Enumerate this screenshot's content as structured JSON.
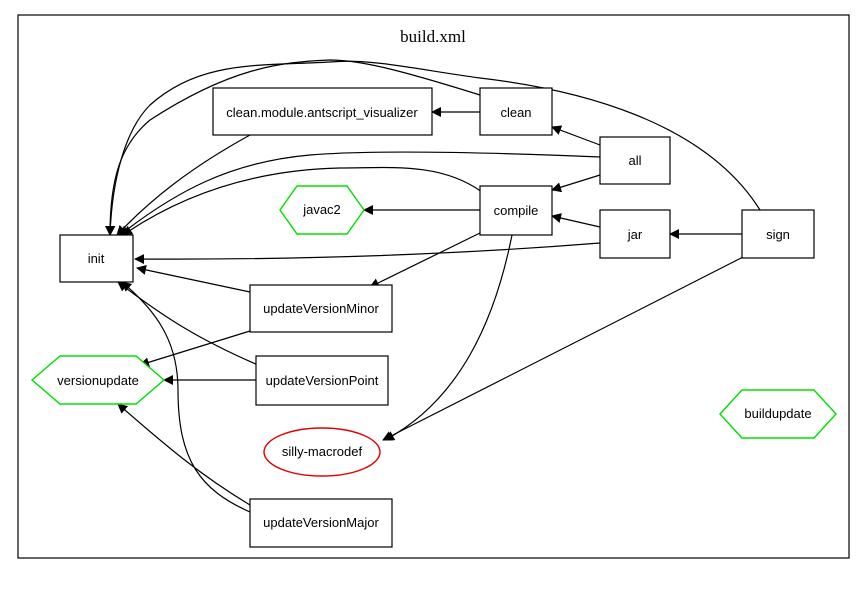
{
  "diagram": {
    "title": "build.xml",
    "colors": {
      "target": "#000000",
      "external": "#00e000",
      "macro": "#e00000"
    },
    "nodes": [
      {
        "id": "clean_module",
        "label": "clean.module.antscript_visualizer",
        "shape": "box"
      },
      {
        "id": "clean",
        "label": "clean",
        "shape": "box"
      },
      {
        "id": "all",
        "label": "all",
        "shape": "box"
      },
      {
        "id": "javac2",
        "label": "javac2",
        "shape": "hexagon",
        "color": "external"
      },
      {
        "id": "compile",
        "label": "compile",
        "shape": "box"
      },
      {
        "id": "init",
        "label": "init",
        "shape": "box"
      },
      {
        "id": "jar",
        "label": "jar",
        "shape": "box"
      },
      {
        "id": "sign",
        "label": "sign",
        "shape": "box"
      },
      {
        "id": "updateVersionMinor",
        "label": "updateVersionMinor",
        "shape": "box"
      },
      {
        "id": "versionupdate",
        "label": "versionupdate",
        "shape": "hexagon",
        "color": "external"
      },
      {
        "id": "updateVersionPoint",
        "label": "updateVersionPoint",
        "shape": "box"
      },
      {
        "id": "buildupdate",
        "label": "buildupdate",
        "shape": "hexagon",
        "color": "external"
      },
      {
        "id": "silly_macrodef",
        "label": "silly-macrodef",
        "shape": "ellipse",
        "color": "macro"
      },
      {
        "id": "updateVersionMajor",
        "label": "updateVersionMajor",
        "shape": "box"
      }
    ],
    "edges": [
      {
        "from": "clean",
        "to": "clean_module"
      },
      {
        "from": "clean",
        "to": "init"
      },
      {
        "from": "clean_module",
        "to": "init"
      },
      {
        "from": "all",
        "to": "clean"
      },
      {
        "from": "all",
        "to": "compile"
      },
      {
        "from": "all",
        "to": "init"
      },
      {
        "from": "compile",
        "to": "javac2"
      },
      {
        "from": "compile",
        "to": "init"
      },
      {
        "from": "compile",
        "to": "updateVersionMinor"
      },
      {
        "from": "compile",
        "to": "silly_macrodef"
      },
      {
        "from": "jar",
        "to": "compile"
      },
      {
        "from": "jar",
        "to": "init"
      },
      {
        "from": "sign",
        "to": "jar"
      },
      {
        "from": "sign",
        "to": "init"
      },
      {
        "from": "sign",
        "to": "silly_macrodef"
      },
      {
        "from": "updateVersionMinor",
        "to": "init"
      },
      {
        "from": "updateVersionMinor",
        "to": "versionupdate"
      },
      {
        "from": "updateVersionPoint",
        "to": "init"
      },
      {
        "from": "updateVersionPoint",
        "to": "versionupdate"
      },
      {
        "from": "updateVersionMajor",
        "to": "init"
      },
      {
        "from": "updateVersionMajor",
        "to": "versionupdate"
      }
    ]
  }
}
